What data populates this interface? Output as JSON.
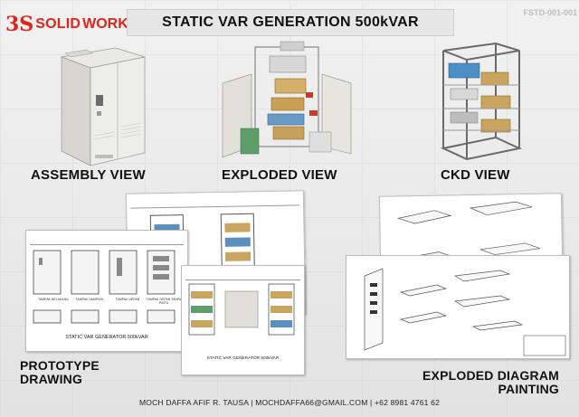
{
  "brand": {
    "logo_mark": "3S",
    "logo_word_a": "SOLID",
    "logo_word_b": "WORKS",
    "color": "#e1251b"
  },
  "title": "STATIC VAR GENERATION 500kVAR",
  "doc_code": "FSTD-001-001",
  "views": {
    "assembly": "ASSEMBLY VIEW",
    "exploded": "EXPLODED VIEW",
    "ckd": "CKD VIEW",
    "prototype_line1": "PROTOTYPE",
    "prototype_line2": "DRAWING",
    "painting_line1": "EXPLODED DIAGRAM",
    "painting_line2": "PAINTING"
  },
  "sheets": {
    "sheet1_title": "STATIC VAR GENERATOR 500kVAR",
    "sheet2_title": "STATIC VAR GENERATOR 500kVAR",
    "tampak_belakang": "TAMPAK BELAKANG",
    "tampak_samping": "TAMPAK SAMPING",
    "tampak_depan": "TAMPAK DEPAN",
    "tampak_depan_tanpa_pintu": "TAMPAK DEPAN TANPA PINTU"
  },
  "footer": {
    "text": "MOCH DAFFA AFIF R. TAUSA | MOCHDAFFA66@GMAIL.COM | +62 8981 4761 62"
  }
}
